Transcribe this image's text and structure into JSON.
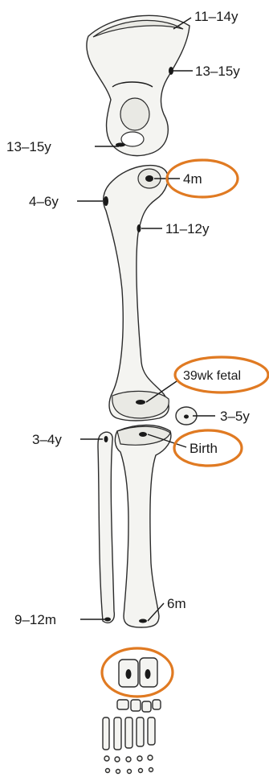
{
  "accent_color": "#e07a22",
  "labels": {
    "pelvis_crest": "11–14y",
    "pelvis_side": "13–15y",
    "pelvis_low": "13–15y",
    "femur_head": "4m",
    "greater_trochanter": "4–6y",
    "lesser_trochanter": "11–12y",
    "distal_femur": "39wk fetal",
    "patella": "3–5y",
    "fibula_head": "3–4y",
    "proximal_tibia": "Birth",
    "distal_fibula": "9–12m",
    "distal_tibia": "6m"
  },
  "highlighted": [
    "femur_head",
    "distal_femur",
    "proximal_tibia",
    "tarsal_bones"
  ]
}
